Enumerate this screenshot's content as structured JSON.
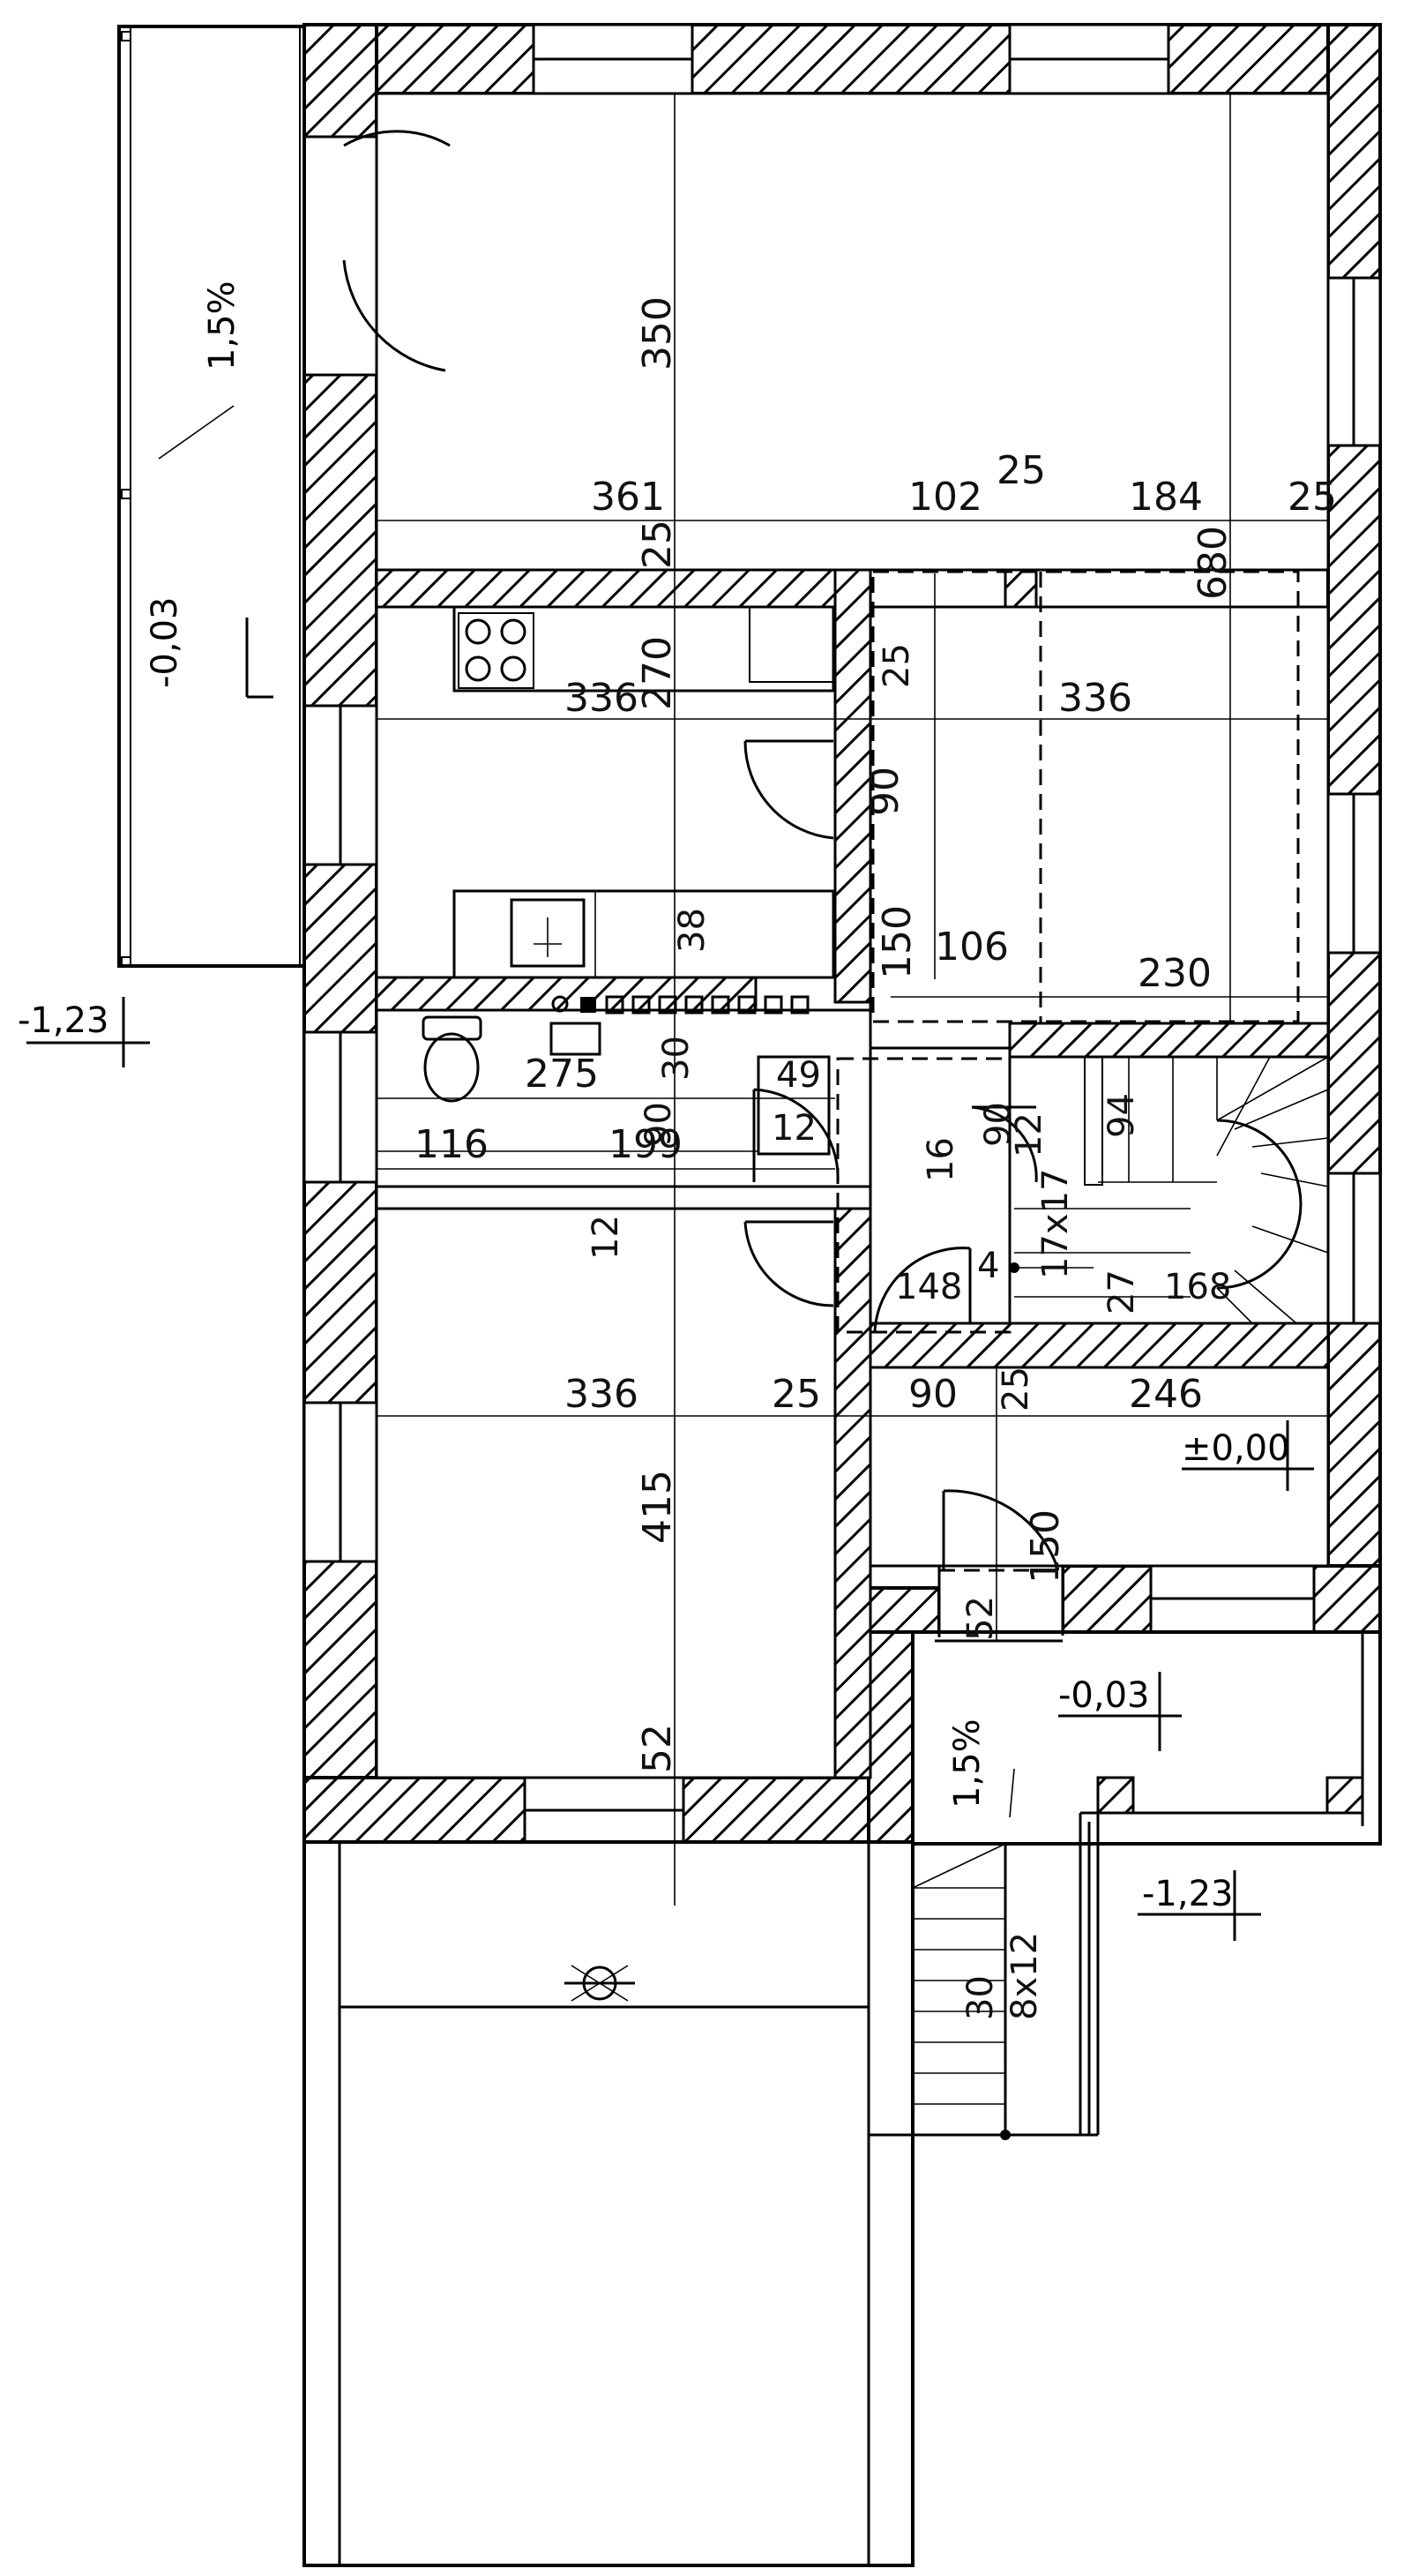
{
  "drawing": {
    "dimensions": {
      "d350": "350",
      "d361": "361",
      "d102": "102",
      "d25a": "25",
      "d184": "184",
      "d25b": "25",
      "d25c": "25",
      "d680": "680",
      "d270": "270",
      "d336a": "336",
      "d336b": "336",
      "d25d": "25",
      "d90a": "90",
      "d150a": "150",
      "d106": "106",
      "d230": "230",
      "d38": "38",
      "d275": "275",
      "d30": "30",
      "d49": "49",
      "d12a": "12",
      "d116": "116",
      "d199": "199",
      "d90b": "90",
      "d16": "16",
      "d90c": "90",
      "d12b": "12",
      "d94": "94",
      "d12c": "12",
      "d17x17": "17x17",
      "d27": "27",
      "d148": "148",
      "d4": "4",
      "d168": "168",
      "d336c": "336",
      "d25e": "25",
      "d90d": "90",
      "d25f": "25",
      "d246": "246",
      "d415": "415",
      "d150b": "150",
      "d52a": "52",
      "d52b": "52",
      "d8x12": "8x12",
      "d30b": "30"
    },
    "levels": {
      "terrace_slope": "1,5%",
      "terrace_level": "-0,03",
      "left_ground": "-1,23",
      "floor_zero": "±0,00",
      "entry_level": "-0,03",
      "entry_slope": "1,5%",
      "right_ground": "-1,23"
    }
  }
}
